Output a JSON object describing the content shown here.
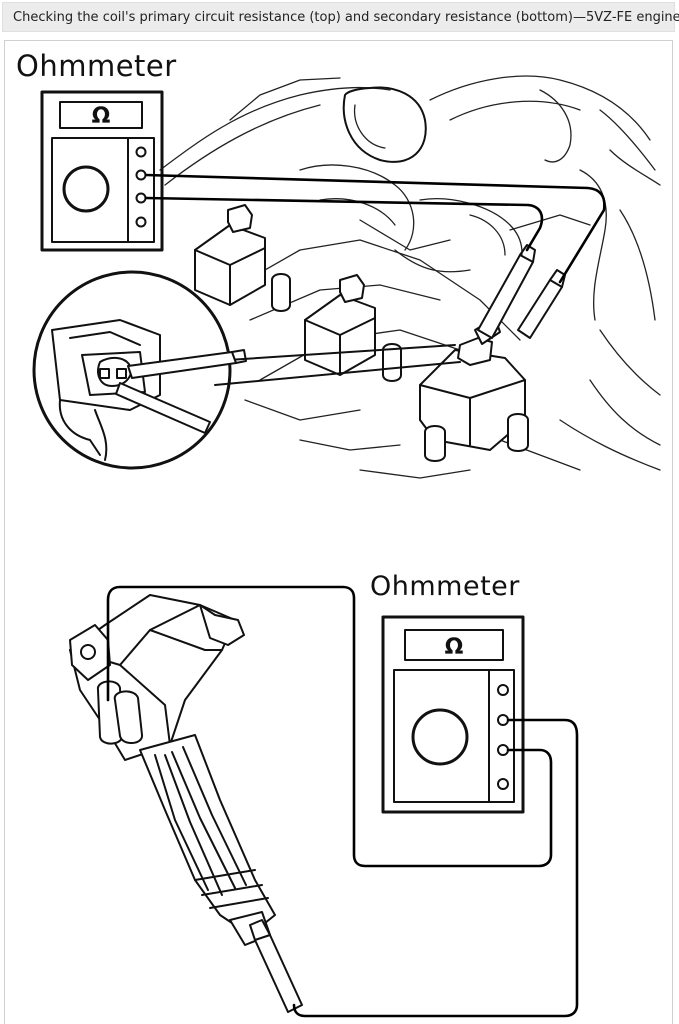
{
  "caption": "Checking the coil's primary circuit resistance (top) and secondary resistance (bottom)—5VZ-FE engine",
  "top_figure": {
    "label": "Ohmmeter",
    "meter_symbol": "Ω"
  },
  "bottom_figure": {
    "label": "Ohmmeter",
    "meter_symbol": "Ω"
  }
}
